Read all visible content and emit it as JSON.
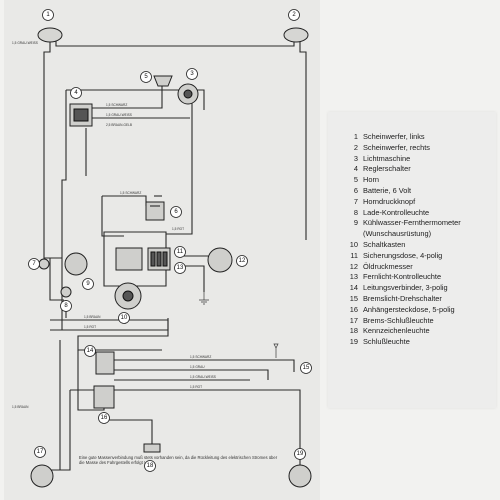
{
  "diagram": {
    "component_numbers": [
      "1",
      "2",
      "3",
      "4",
      "5",
      "6",
      "7",
      "8",
      "9",
      "10",
      "11",
      "12",
      "13",
      "14",
      "15",
      "16",
      "17",
      "18",
      "19"
    ],
    "wire_labels": [
      "1,5 GRAU-WEISS",
      "1,5 SCHWARZ",
      "1,5 GRAU-WEISS",
      "2,5 BRAUN-GELB",
      "1,5 SCHWARZ",
      "1,5 ROT",
      "1,5 BRAUN",
      "1,5 ROT",
      "1,5 SCHWARZ",
      "1,5 GRAU",
      "1,5 GRAU-WEISS",
      "1,5 ROT",
      "1,5 BRAUN"
    ],
    "footnote": "Eine gute Massenverbindung muß stets vorhanden sein, da die Rückleitung des elektrischen Stromes über die Masse des Fahrgestells erfolgt !"
  },
  "legend": {
    "items": [
      {
        "num": "1",
        "text": "Scheinwerfer, links"
      },
      {
        "num": "2",
        "text": "Scheinwerfer, rechts"
      },
      {
        "num": "3",
        "text": "Lichtmaschine"
      },
      {
        "num": "4",
        "text": "Reglerschalter"
      },
      {
        "num": "5",
        "text": "Horn"
      },
      {
        "num": "6",
        "text": "Batterie, 6 Volt"
      },
      {
        "num": "7",
        "text": "Horndruckknopf"
      },
      {
        "num": "8",
        "text": "Lade-Kontrolleuchte"
      },
      {
        "num": "9",
        "text": "Kühlwasser-Fernthermometer"
      },
      {
        "num": "",
        "text": "(Wunschausrüstung)"
      },
      {
        "num": "10",
        "text": "Schaltkasten"
      },
      {
        "num": "11",
        "text": "Sicherungsdose, 4-polig"
      },
      {
        "num": "12",
        "text": "Öldruckmesser"
      },
      {
        "num": "13",
        "text": "Fernlicht-Kontrolleuchte"
      },
      {
        "num": "14",
        "text": "Leitungsverbinder, 3-polig"
      },
      {
        "num": "15",
        "text": "Bremslicht-Drehschalter"
      },
      {
        "num": "16",
        "text": "Anhängersteckdose, 5-polig"
      },
      {
        "num": "17",
        "text": "Brems-Schlußleuchte"
      },
      {
        "num": "18",
        "text": "Kennzeichenleuchte"
      },
      {
        "num": "19",
        "text": "Schlußleuchte"
      }
    ]
  }
}
